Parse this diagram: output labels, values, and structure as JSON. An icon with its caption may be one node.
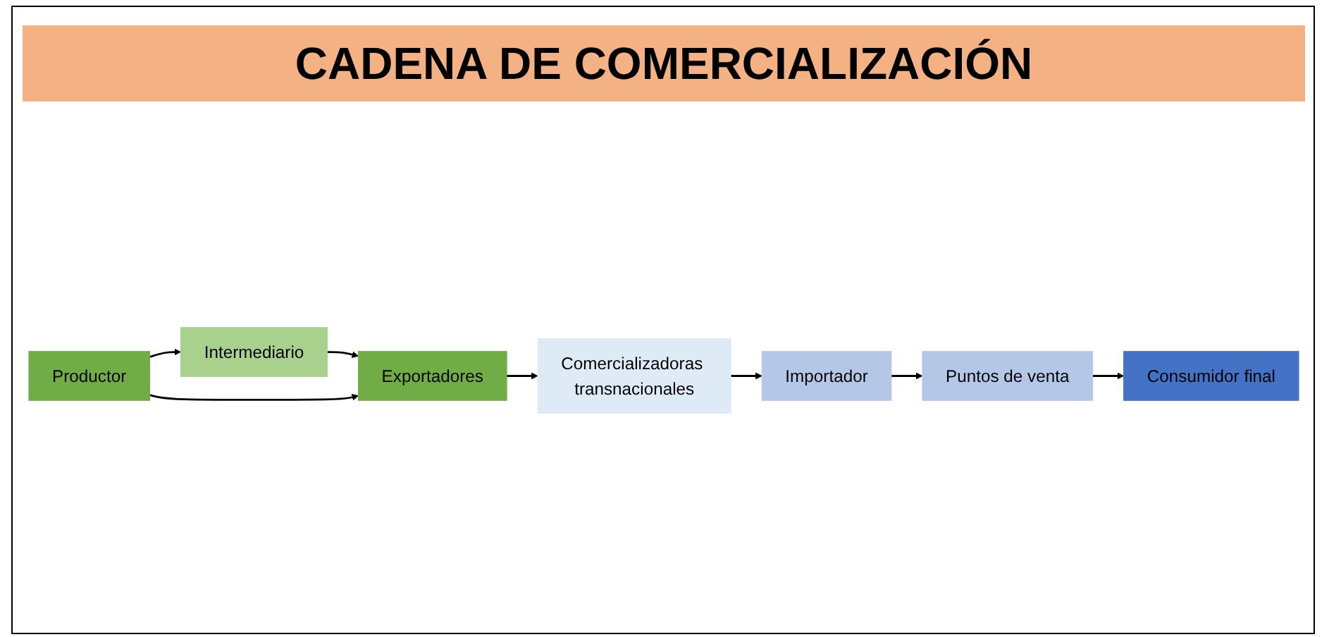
{
  "diagram": {
    "title": "CADENA DE COMERCIALIZACIÓN",
    "nodes": [
      {
        "text": [
          "Productor"
        ]
      },
      {
        "text": [
          "Intermediario"
        ]
      },
      {
        "text": [
          "Exportadores"
        ]
      },
      {
        "text": [
          "Comercializadoras transnacionales"
        ]
      },
      {
        "text": [
          "Importador"
        ]
      },
      {
        "text": [
          "Puntos de venta"
        ]
      },
      {
        "text": [
          "Consumidor final"
        ]
      }
    ],
    "edges": [
      {
        "from": 0,
        "to": 1,
        "arrow": "to"
      },
      {
        "from": 1,
        "to": 2,
        "arrow": "to"
      },
      {
        "from": 0,
        "to": 2,
        "arrow": "to"
      },
      {
        "from": 2,
        "to": 3,
        "arrow": "to"
      },
      {
        "from": 3,
        "to": 4,
        "arrow": "to"
      },
      {
        "from": 4,
        "to": 5,
        "arrow": "to"
      },
      {
        "from": 5,
        "to": 6,
        "arrow": "to"
      }
    ]
  }
}
